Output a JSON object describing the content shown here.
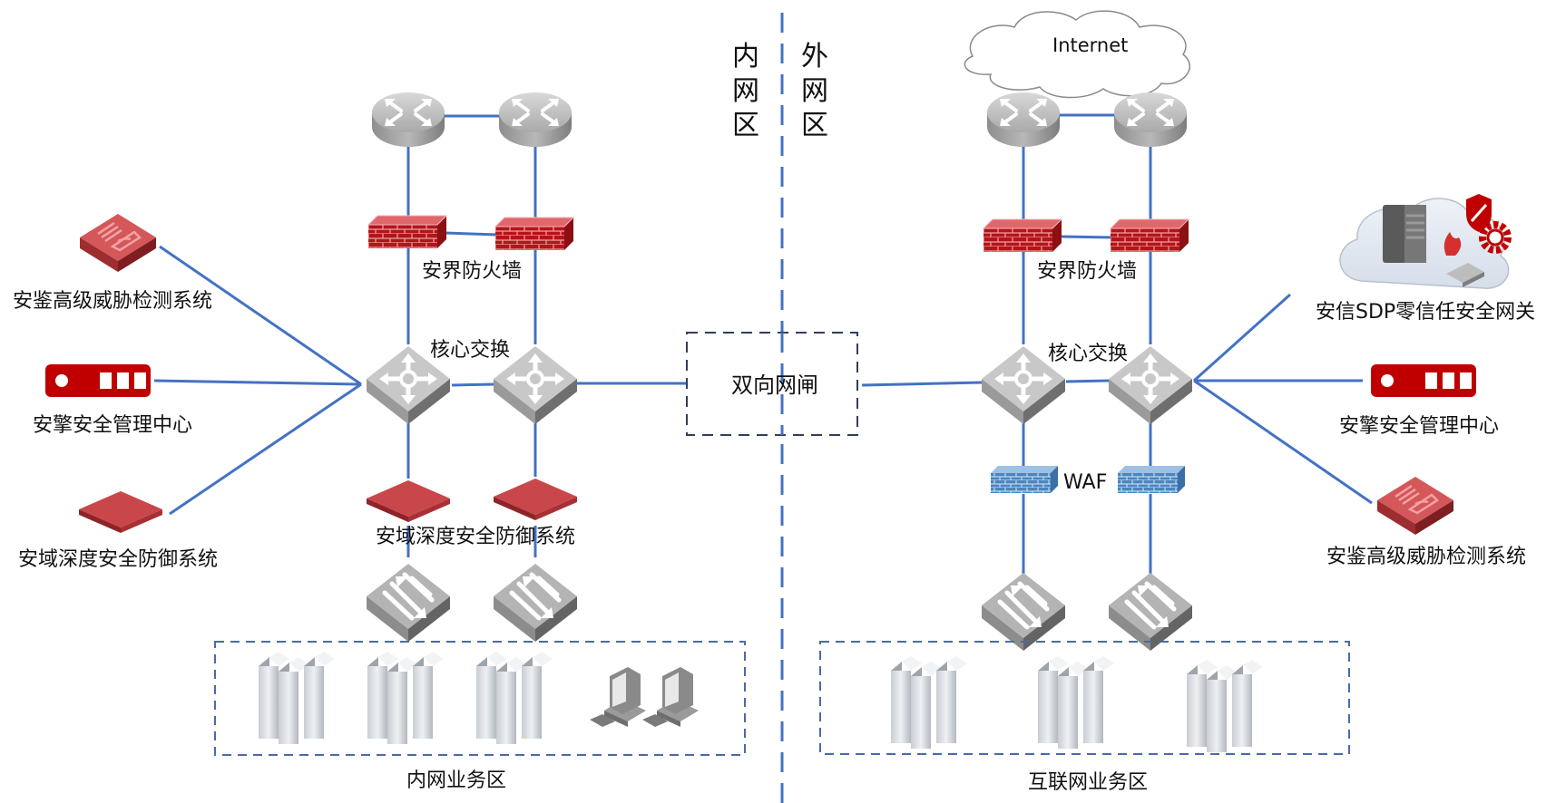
{
  "title": "网络安全拓扑图",
  "zones": {
    "inner_label": "内网区",
    "outer_label": "外网区",
    "inner_business": "内网业务区",
    "internet_business": "互联网业务区"
  },
  "gateway": {
    "label": "双向网闸"
  },
  "cloud": {
    "label": "Internet"
  },
  "inner": {
    "firewall_label": "安界防火墙",
    "core_label": "核心交换",
    "defense_label": "安域深度安全防御系统",
    "side_devices": [
      {
        "label": "安鉴高级威胁检测系统",
        "icon": "threat-detection-icon"
      },
      {
        "label": "安擎安全管理中心",
        "icon": "management-center-icon"
      },
      {
        "label": "安域深度安全防御系统",
        "icon": "defense-appliance-icon"
      }
    ],
    "server_groups": 3,
    "workstations": 2
  },
  "outer": {
    "firewall_label": "安界防火墙",
    "core_label": "核心交换",
    "waf_label": "WAF",
    "side_devices": [
      {
        "label": "安信SDP零信任安全网关",
        "icon": "sdp-gateway-icon"
      },
      {
        "label": "安擎安全管理中心",
        "icon": "management-center-icon"
      },
      {
        "label": "安鉴高级威胁检测系统",
        "icon": "threat-detection-icon"
      }
    ],
    "server_groups": 3
  },
  "colors": {
    "link": "#4472c4",
    "device_red": "#c00000",
    "firewall_red": "#c0262b",
    "waf_blue": "#4a86c0",
    "device_gray": "#a8a8a8"
  }
}
